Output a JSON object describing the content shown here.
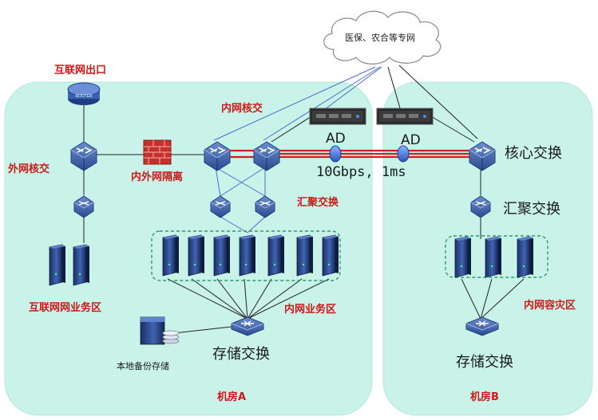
{
  "cloud": {
    "label": "医保、农合等专网"
  },
  "rooms": {
    "a": "机房A",
    "b": "机房B"
  },
  "labels": {
    "internet_exit": "互联网出口",
    "outer_core": "外网核交",
    "firewall": "内外网隔离",
    "inner_core": "内网核交",
    "aggregation_a": "汇聚交换",
    "internet_zone": "互联网网业务区",
    "intranet_zone": "内网业务区",
    "storage_a": "存储交换",
    "local_backup": "本地备份存储",
    "core_b": "核心交换",
    "aggregation_b": "汇聚交换",
    "dr_zone": "内网容灾区",
    "storage_b": "存储交换",
    "ad_left": "AD",
    "ad_right": "AD",
    "bandwidth": "10Gbps, 1ms"
  },
  "router_text": "ROUTER",
  "colors": {
    "room_fill": "#c9f2e8",
    "switch_blue": "#3a5fa8",
    "link_red": "#d81b1b",
    "label_red": "#d01818",
    "cluster_border": "#2e9a6a"
  }
}
